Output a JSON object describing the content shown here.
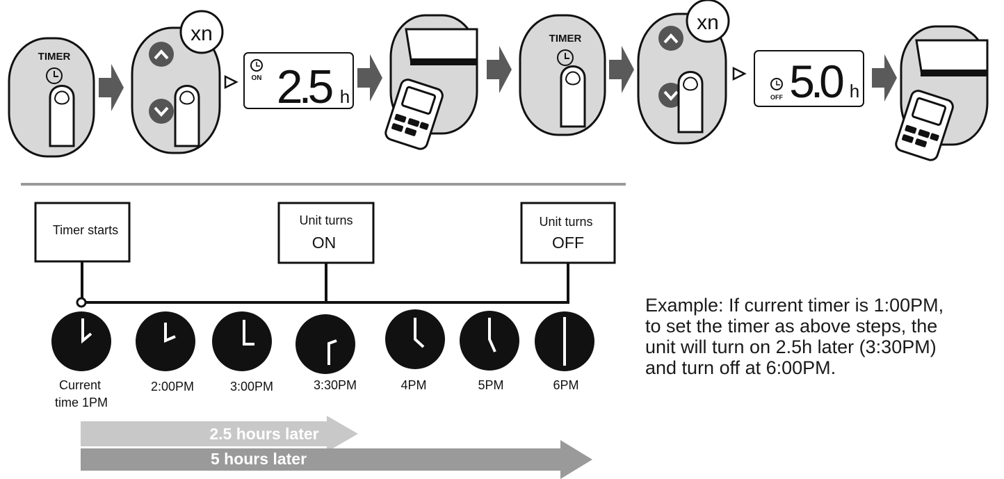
{
  "steps": {
    "button_timer_1": "TIMER",
    "repeat_1": "xn",
    "display_1": {
      "value": "2.5",
      "unit": "h",
      "mode": "ON"
    },
    "button_timer_2": "TIMER",
    "repeat_2": "xn",
    "display_2": {
      "value": "5.0",
      "unit": "h",
      "mode": "OFF"
    }
  },
  "timeline": {
    "callouts": {
      "start": "Timer starts",
      "on_line1": "Unit turns",
      "on_line2": "ON",
      "off_line1": "Unit turns",
      "off_line2": "OFF"
    },
    "clocks": [
      {
        "label_line1": "Current",
        "label_line2": "time 1PM"
      },
      {
        "label_line1": "2:00PM"
      },
      {
        "label_line1": "3:00PM"
      },
      {
        "label_line1": "3:30PM"
      },
      {
        "label_line1": "4PM"
      },
      {
        "label_line1": "5PM"
      },
      {
        "label_line1": "6PM"
      }
    ],
    "arrows": {
      "short": "2.5 hours later",
      "long": "5 hours later"
    }
  },
  "example": {
    "lines": [
      "Example: If current timer is 1:00PM,",
      "to set the timer as above steps, the",
      "unit will turn on 2.5h later (3:30PM)",
      "and turn off at 6:00PM."
    ]
  },
  "colors": {
    "arrow_dark": "#5a5a5a",
    "arrow_light": "#c8c8c8",
    "arrow_mid": "#9a9a9a",
    "panel_gray": "#d8d8d8",
    "clock_face": "#111111"
  }
}
